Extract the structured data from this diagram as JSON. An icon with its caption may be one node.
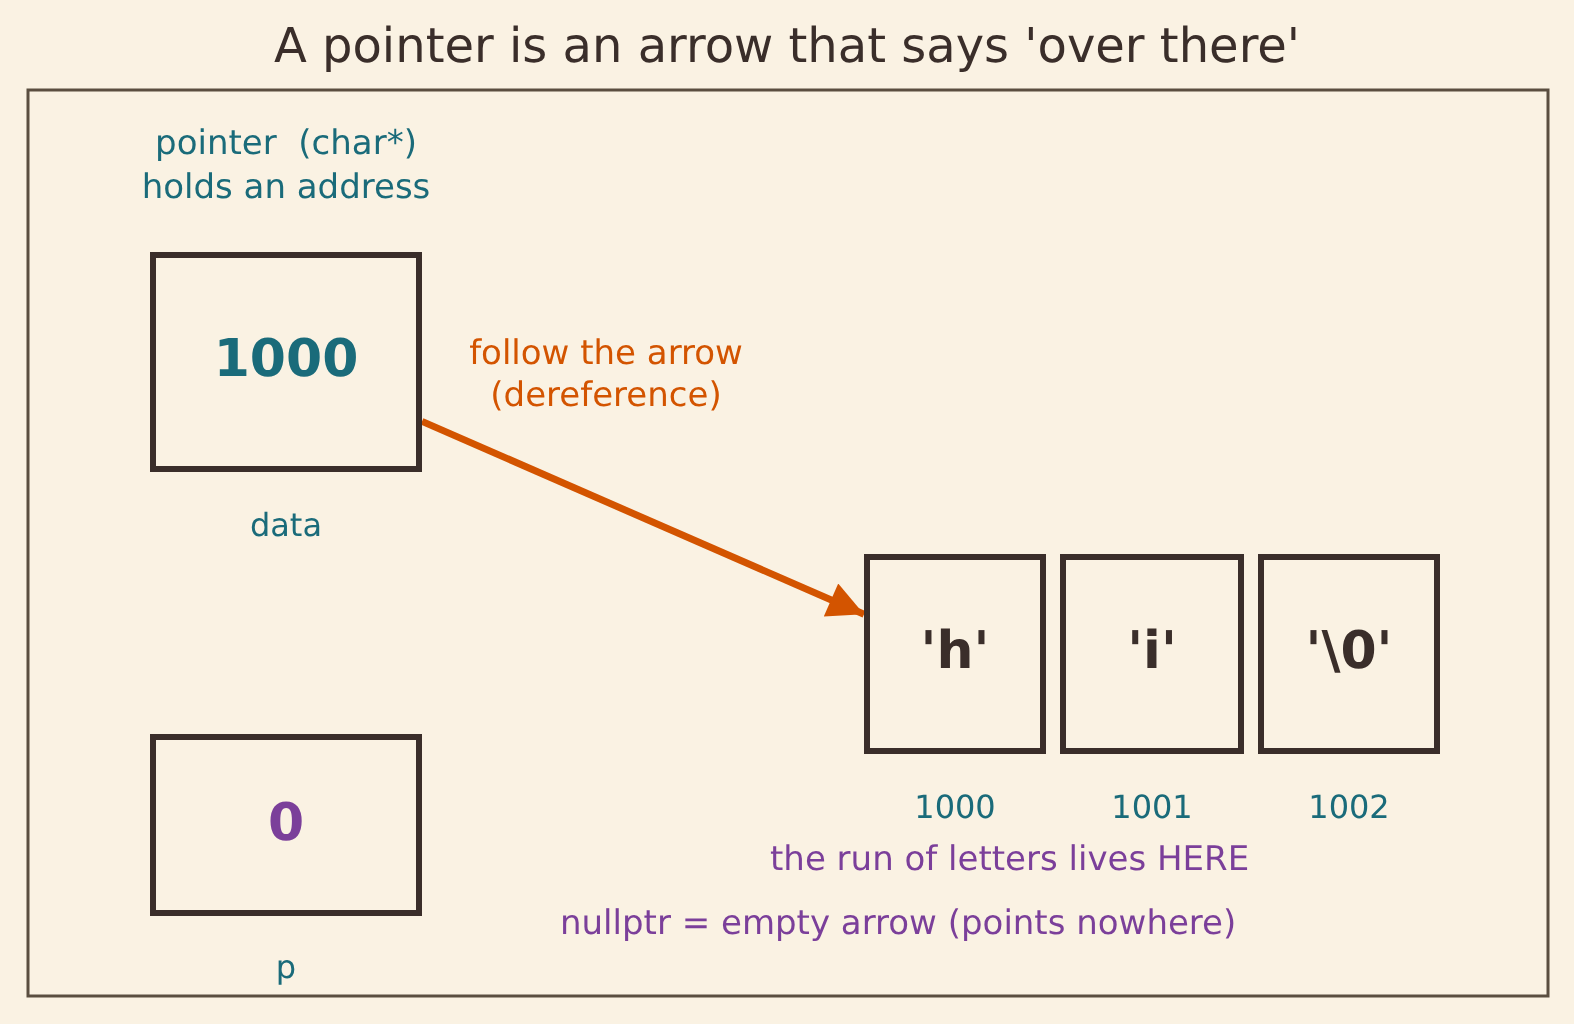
{
  "diagram": {
    "title": "A pointer is an arrow that says 'over there'",
    "nodes": [
      {
        "text": [
          "1000"
        ],
        "beside": [
          "pointer  (char*) holds an address",
          "data"
        ]
      },
      {
        "text": [
          "0"
        ],
        "beside": [
          "p"
        ]
      },
      {
        "text": [
          "'h'"
        ],
        "beside": [
          "1000"
        ]
      },
      {
        "text": [
          "'i'"
        ],
        "beside": [
          "1001"
        ]
      },
      {
        "text": [
          "'\\0'"
        ],
        "beside": [
          "1002"
        ]
      }
    ],
    "edges": [
      {
        "from": 0,
        "to": 2,
        "arrow": "to",
        "label": "follow the arrow (dereference)",
        "color": "#d35400"
      }
    ],
    "labels": [
      "the run of letters lives HERE",
      "nullptr = empty arrow (points nowhere)"
    ]
  }
}
